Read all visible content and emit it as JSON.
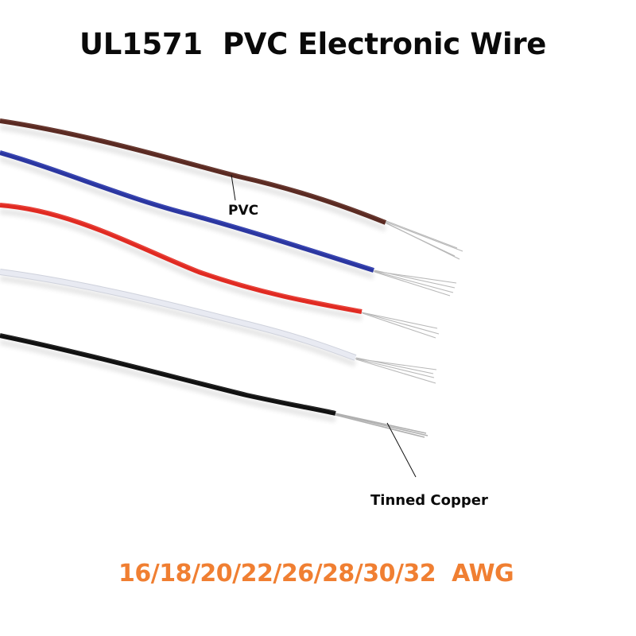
{
  "title": "UL1571  PVC Electronic Wire",
  "labels": {
    "insulation": "PVC",
    "conductor": "Tinned Copper"
  },
  "gauges_text": "16/18/20/22/26/28/30/32  AWG",
  "colors": {
    "title_text": "#0a0a0a",
    "gauges_text": "#f07f32",
    "wire_brown": "#5a2a22",
    "wire_blue": "#2b36a0",
    "wire_red": "#e02a22",
    "wire_white": "#e4e6ee",
    "wire_black": "#111111",
    "tinned_copper": "#b8b8b8"
  },
  "wires": [
    {
      "name": "brown",
      "color": "#5a2a22"
    },
    {
      "name": "blue",
      "color": "#2b36a0"
    },
    {
      "name": "red",
      "color": "#e02a22"
    },
    {
      "name": "white",
      "color": "#e4e6ee"
    },
    {
      "name": "black",
      "color": "#111111"
    }
  ]
}
